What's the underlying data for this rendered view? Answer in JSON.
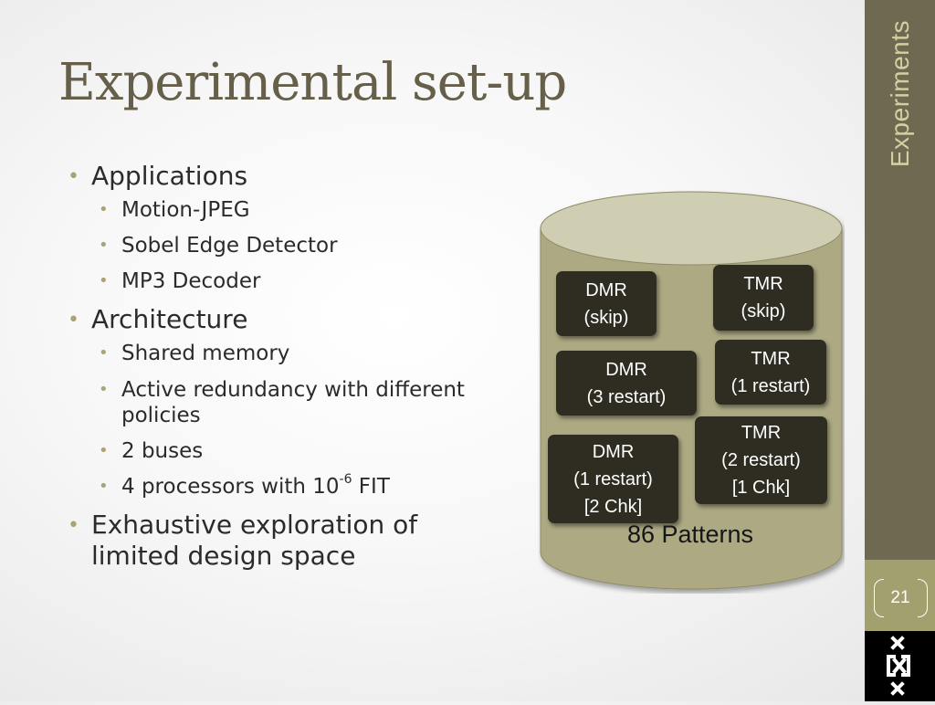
{
  "slide": {
    "title": "Experimental set-up",
    "section_label": "Experiments",
    "page_number": "21",
    "logo": "uva-logo-icon"
  },
  "bullets": {
    "applications": {
      "label": "Applications",
      "items": [
        "Motion-JPEG",
        "Sobel Edge Detector",
        "MP3 Decoder"
      ]
    },
    "architecture": {
      "label": "Architecture",
      "items": [
        "Shared memory",
        "Active redundancy with different policies",
        "2 buses"
      ],
      "processors_prefix": "4 processors with 10",
      "processors_exp": "-6",
      "processors_suffix": " FIT"
    },
    "exploration": {
      "label": "Exhaustive exploration of limited design space"
    }
  },
  "database": {
    "caption": "86 Patterns",
    "patterns": {
      "dmr_skip": [
        "DMR",
        "(skip)"
      ],
      "tmr_skip": [
        "TMR",
        "(skip)"
      ],
      "dmr_3restart": [
        "DMR",
        "(3 restart)"
      ],
      "tmr_1restart": [
        "TMR",
        "(1 restart)"
      ],
      "tmr_2restart_1chk": [
        "TMR",
        "(2 restart)",
        "[1 Chk]"
      ],
      "dmr_1restart_2chk": [
        "DMR",
        "(1 restart)",
        "[2 Chk]"
      ]
    }
  },
  "colors": {
    "title": "#66604a",
    "sidebar": "#6e6a52",
    "page_number_bg": "#a3a070",
    "cylinder_body": "#aca983",
    "cylinder_top": "#cfcdb2",
    "pattern_box": "#2f2c22",
    "bullet_dot": "#a9a376"
  }
}
